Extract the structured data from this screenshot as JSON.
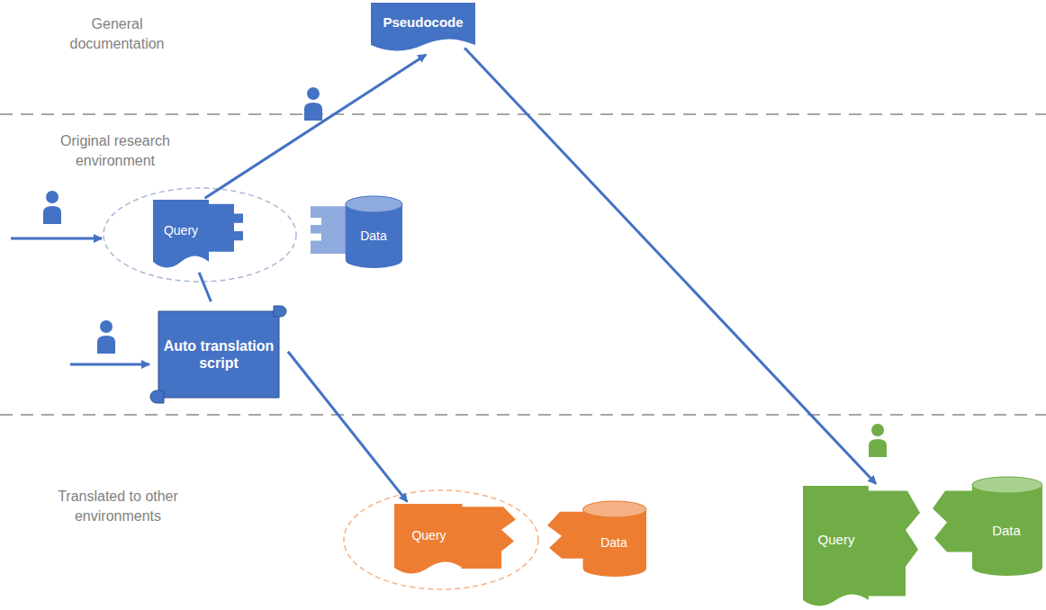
{
  "diagram": {
    "nodes": [
      {
        "text": [
          "Pseudocode"
        ]
      },
      {
        "text": [
          "Query"
        ]
      },
      {
        "text": [
          "Data"
        ]
      },
      {
        "text": [
          "Auto translation script"
        ]
      },
      {
        "text": [
          "Query"
        ]
      },
      {
        "text": [
          "Data"
        ]
      },
      {
        "text": [
          "Query"
        ]
      },
      {
        "text": [
          "Data"
        ]
      }
    ],
    "edges": [
      {
        "from": 1,
        "to": 0,
        "arrow": "to"
      },
      {
        "from": 0,
        "to": 6,
        "arrow": "to"
      },
      {
        "from": 1,
        "to": 3,
        "arrow": "none"
      },
      {
        "from": 3,
        "to": 4,
        "arrow": "to"
      }
    ],
    "labels": [
      "General documentation",
      "Original research environment",
      "Translated to other environments"
    ]
  }
}
